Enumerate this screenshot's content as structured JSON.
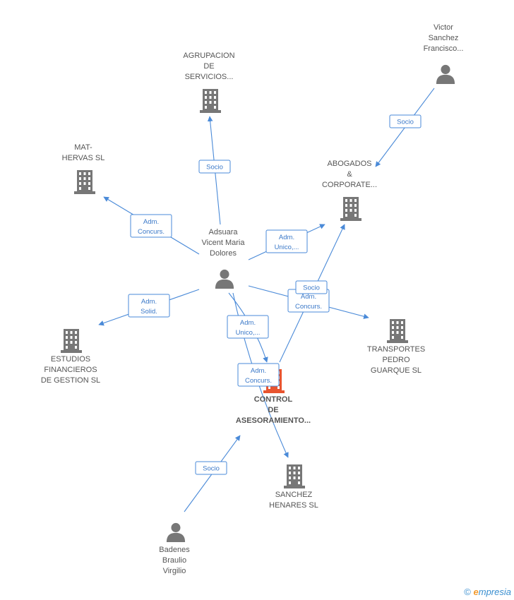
{
  "colors": {
    "edge": "#4a8ad8",
    "node": "#777777",
    "main": "#e8542f",
    "text": "#555555"
  },
  "nodes": [
    {
      "id": "agrupacion",
      "type": "company",
      "lines": [
        "AGRUPACION",
        "DE",
        "SERVICIOS..."
      ]
    },
    {
      "id": "victor",
      "type": "person",
      "lines": [
        "Victor",
        "Sanchez",
        "Francisco..."
      ]
    },
    {
      "id": "mat",
      "type": "company",
      "lines": [
        "MAT-",
        "HERVAS SL"
      ]
    },
    {
      "id": "abogados",
      "type": "company",
      "lines": [
        "ABOGADOS",
        "&",
        "CORPORATE..."
      ]
    },
    {
      "id": "adsuara",
      "type": "person",
      "lines": [
        "Adsuara",
        "Vicent Maria",
        "Dolores"
      ]
    },
    {
      "id": "estudios",
      "type": "company",
      "lines": [
        "ESTUDIOS",
        "FINANCIEROS",
        "DE GESTION SL"
      ]
    },
    {
      "id": "transportes",
      "type": "company",
      "lines": [
        "TRANSPORTES",
        "PEDRO",
        "GUARQUE SL"
      ]
    },
    {
      "id": "control",
      "type": "main",
      "lines": [
        "CONTROL",
        "DE",
        "ASESORAMIENTO..."
      ]
    },
    {
      "id": "sanchez",
      "type": "company",
      "lines": [
        "SANCHEZ",
        "HENARES SL"
      ]
    },
    {
      "id": "badenes",
      "type": "person",
      "lines": [
        "Badenes",
        "Braulio",
        "Virgilio"
      ]
    }
  ],
  "edges": [
    {
      "from": "adsuara",
      "to": "agrupacion",
      "label": [
        "Socio"
      ]
    },
    {
      "from": "victor",
      "to": "abogados",
      "label": [
        "Socio"
      ]
    },
    {
      "from": "adsuara",
      "to": "mat",
      "label": [
        "Adm.",
        "Concurs."
      ]
    },
    {
      "from": "adsuara",
      "to": "abogados",
      "label": [
        "Adm.",
        "Unico,..."
      ]
    },
    {
      "from": "adsuara",
      "to": "estudios",
      "label": [
        "Adm.",
        "Solid."
      ]
    },
    {
      "from": "adsuara",
      "to": "transportes",
      "label": [
        "Adm.",
        "Concurs."
      ]
    },
    {
      "from": "control",
      "to": "abogados",
      "label": [
        "Socio"
      ]
    },
    {
      "from": "adsuara",
      "to": "control",
      "label": [
        "Adm.",
        "Unico,..."
      ]
    },
    {
      "from": "adsuara",
      "to": "sanchez",
      "label": [
        "Adm.",
        "Concurs."
      ]
    },
    {
      "from": "badenes",
      "to": "control",
      "label": [
        "Socio"
      ]
    }
  ],
  "footer": {
    "copyright": "©",
    "brand_initial": "e",
    "brand_rest": "mpresia"
  }
}
